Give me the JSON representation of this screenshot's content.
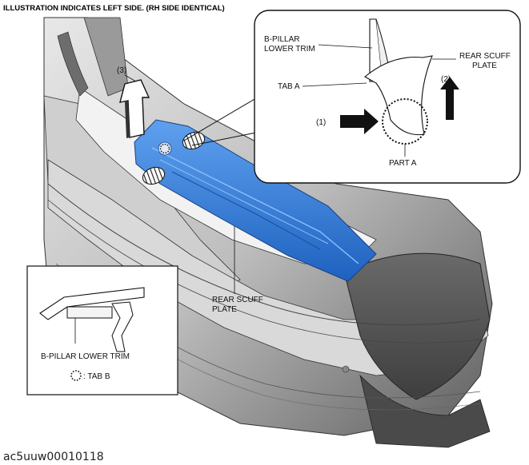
{
  "header": {
    "title": "ILLUSTRATION INDICATES LEFT SIDE. (RH SIDE IDENTICAL)"
  },
  "labels": {
    "step_3": "(3)",
    "rear_scuff_plate_main": [
      "REAR SCUFF",
      "PLATE"
    ]
  },
  "detail": {
    "b_pillar_lower_trim": [
      "B-PILLAR",
      "LOWER TRIM"
    ],
    "rear_scuff_plate": [
      "REAR SCUFF",
      "PLATE"
    ],
    "tab_a": "TAB A",
    "step_1": "(1)",
    "step_2": "(2)",
    "part_a": "PART A"
  },
  "inset": {
    "b_pillar_lower_trim": "B-PILLAR LOWER TRIM",
    "tab_b_legend": ": TAB B"
  },
  "caption": "ac5uuw00010118",
  "colors": {
    "scuff_plate": "#3a7fd4",
    "body_gray": "#7a7a7a"
  }
}
